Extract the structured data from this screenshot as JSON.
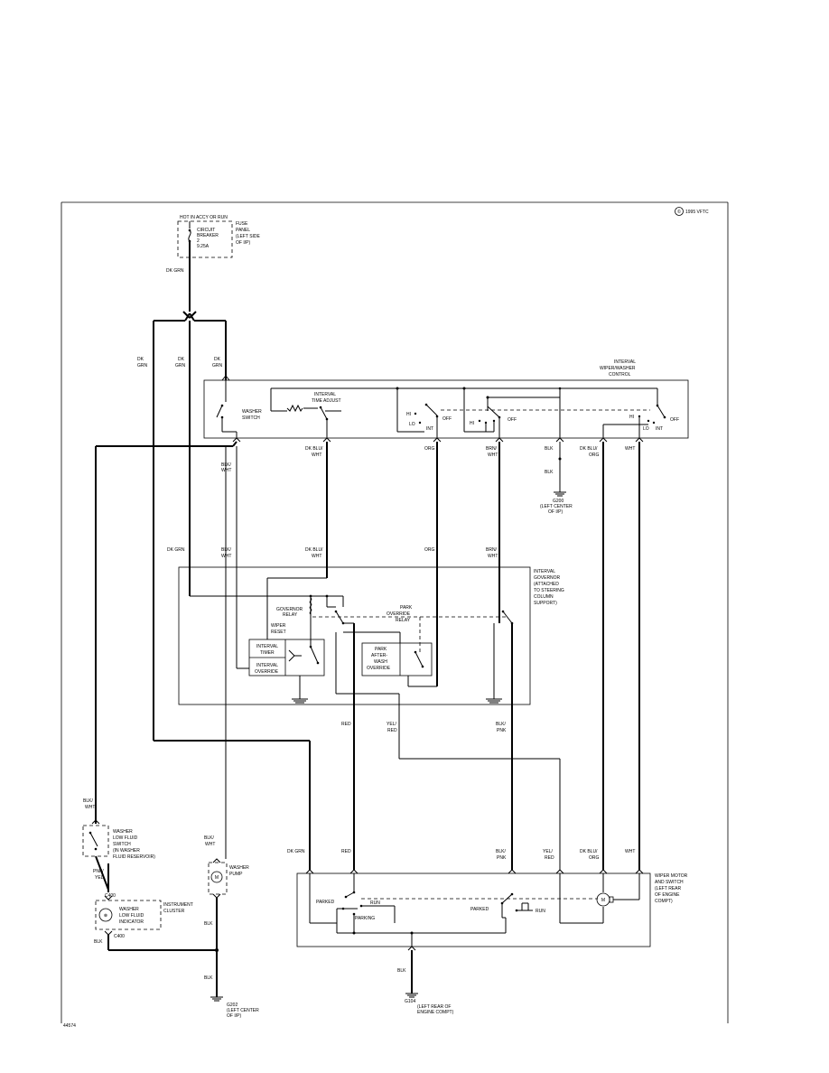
{
  "header": {
    "copyright": "1995 VFTC",
    "figure_id": "44574"
  },
  "power": {
    "hot_label": "HOT IN ACCY OR RUN",
    "breaker_line1": "CIRCUIT",
    "breaker_line2": "BREAKER",
    "breaker_line3": "2",
    "breaker_line4": "9.25A",
    "fuse_line1": "FUSE",
    "fuse_line2": "PANEL",
    "fuse_line3": "(LEFT SIDE",
    "fuse_line4": "OF I/P)",
    "wire": "DK GRN"
  },
  "control": {
    "title_line1": "INTERVAL",
    "title_line2": "WIPER/WASHER",
    "title_line3": "CONTROL",
    "washer_switch_line1": "WASHER",
    "washer_switch_line2": "SWITCH",
    "time_adjust_line1": "INTERVAL",
    "time_adjust_line2": "TIME ADJUST",
    "hi": "HI",
    "lo": "LO",
    "int": "INT",
    "off": "OFF",
    "wire_left_1": "DK",
    "wire_left_2": "GRN"
  },
  "wires": {
    "blk_wht_1": "BLK/",
    "blk_wht_2": "WHT",
    "dk_blu_wht_1": "DK BLU/",
    "dk_blu_wht_2": "WHT",
    "org": "ORG",
    "brn_wht_1": "BRN/",
    "brn_wht_2": "WHT",
    "blk": "BLK",
    "dk_blu_org_1": "DK BLU/",
    "dk_blu_org_2": "ORG",
    "wht": "WHT",
    "dk_grn": "DK GRN",
    "red": "RED",
    "yel_red_1": "YEL/",
    "yel_red_2": "RED",
    "blk_pnk_1": "BLK/",
    "blk_pnk_2": "PNK",
    "pnk_yel_1": "PNK/",
    "pnk_yel_2": "YEL"
  },
  "grounds": {
    "g200_id": "G200",
    "g200_line1": "(LEFT CENTER",
    "g200_line2": "OF I/P)",
    "g202_id": "G202",
    "g202_line1": "(LEFT CENTER",
    "g202_line2": "OF I/P)",
    "g104_id": "G104",
    "g104_line1": "(LEFT REAR OF",
    "g104_line2": "ENGINE COMPT)"
  },
  "governor": {
    "title_line1": "INTERVAL",
    "title_line2": "GOVERNOR",
    "title_line3": "(ATTACHED",
    "title_line4": "TO STEERING",
    "title_line5": "COLUMN",
    "title_line6": "SUPPORT)",
    "gov_relay_1": "GOVERNOR",
    "gov_relay_2": "RELAY",
    "wiper_reset_1": "WIPER",
    "wiper_reset_2": "RESET",
    "interval_timer_1": "INTERVAL",
    "interval_timer_2": "TIMER",
    "interval_override_1": "INTERVAL",
    "interval_override_2": "OVERRIDE",
    "park_override_1": "PARK",
    "park_override_2": "OVERRIDE",
    "park_override_3": "RELAY",
    "after_wash_1": "PARK",
    "after_wash_2": "AFTER-",
    "after_wash_3": "WASH",
    "after_wash_4": "OVERRIDE"
  },
  "washer": {
    "fluid_switch_1": "WASHER",
    "fluid_switch_2": "LOW FLUID",
    "fluid_switch_3": "SWITCH",
    "fluid_switch_4": "(IN WASHER",
    "fluid_switch_5": "FLUID RESERVOIR)",
    "pump_1": "WASHER",
    "pump_2": "PUMP",
    "indicator_1": "WASHER",
    "indicator_2": "LOW FLUID",
    "indicator_3": "INDICATOR",
    "cluster_1": "INSTRUMENT",
    "cluster_2": "CLUSTER",
    "connector_top": "C400",
    "connector_bottom": "C400",
    "motor_symbol": "M",
    "lamp_symbol": "⊗"
  },
  "motor": {
    "title_line1": "WIPER MOTOR",
    "title_line2": "AND SWITCH",
    "title_line3": "(LEFT REAR",
    "title_line4": "OF ENGINE",
    "title_line5": "COMPT)",
    "parked": "PARKED",
    "run": "RUN",
    "parking": "PARKING",
    "motor_symbol": "M"
  }
}
